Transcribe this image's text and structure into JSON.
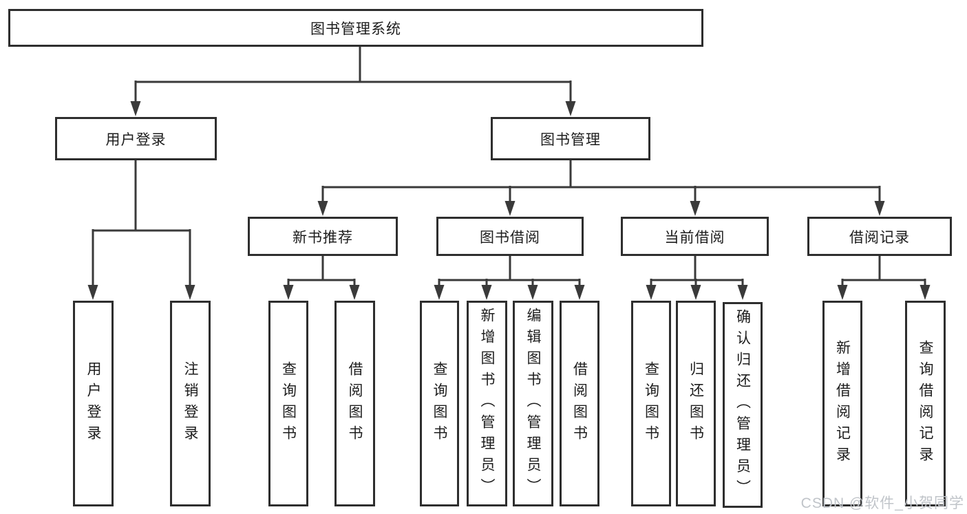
{
  "tree": {
    "root": {
      "label": "图书管理系统"
    },
    "level2": [
      {
        "label": "用户登录",
        "children": [
          {
            "label": "用户登录"
          },
          {
            "label": "注销登录"
          }
        ]
      },
      {
        "label": "图书管理",
        "children": [
          {
            "label": "新书推荐",
            "children": [
              {
                "label": "查询图书"
              },
              {
                "label": "借阅图书"
              }
            ]
          },
          {
            "label": "图书借阅",
            "children": [
              {
                "label": "查询图书"
              },
              {
                "label": "新增图书（管理员）"
              },
              {
                "label": "编辑图书（管理员）"
              },
              {
                "label": "借阅图书"
              }
            ]
          },
          {
            "label": "当前借阅",
            "children": [
              {
                "label": "查询图书"
              },
              {
                "label": "归还图书"
              },
              {
                "label": "确认归还（管理员）"
              }
            ]
          },
          {
            "label": "借阅记录",
            "children": [
              {
                "label": "新增借阅记录"
              },
              {
                "label": "查询借阅记录"
              }
            ]
          }
        ]
      }
    ]
  },
  "watermark": "CSDN @软件_小贺同学",
  "colors": {
    "line": "#3a3a3a",
    "border": "#2e2e2e",
    "text": "#1d1d1d",
    "watermark": "#c0c4c9",
    "bg": "#ffffff"
  }
}
